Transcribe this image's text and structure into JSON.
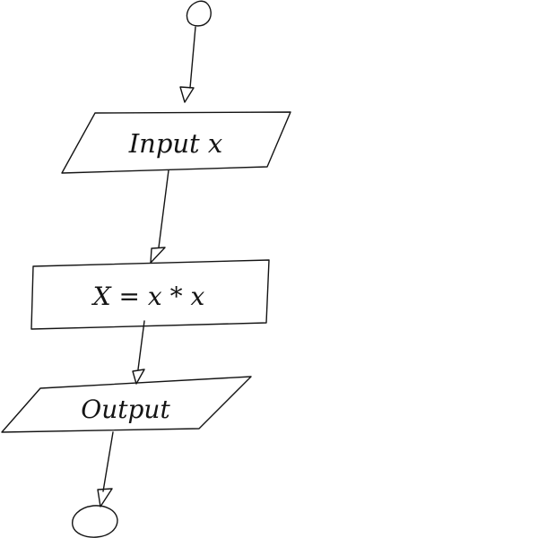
{
  "flowchart": {
    "nodes": [
      {
        "id": "start",
        "kind": "terminator",
        "label": ""
      },
      {
        "id": "input",
        "kind": "input-output",
        "label": "Input x"
      },
      {
        "id": "process",
        "kind": "process",
        "label": "X = x * x"
      },
      {
        "id": "output",
        "kind": "input-output",
        "label": "Output"
      },
      {
        "id": "end",
        "kind": "terminator",
        "label": ""
      }
    ],
    "edges": [
      {
        "from": "start",
        "to": "input"
      },
      {
        "from": "input",
        "to": "process"
      },
      {
        "from": "process",
        "to": "output"
      },
      {
        "from": "output",
        "to": "end"
      }
    ]
  }
}
